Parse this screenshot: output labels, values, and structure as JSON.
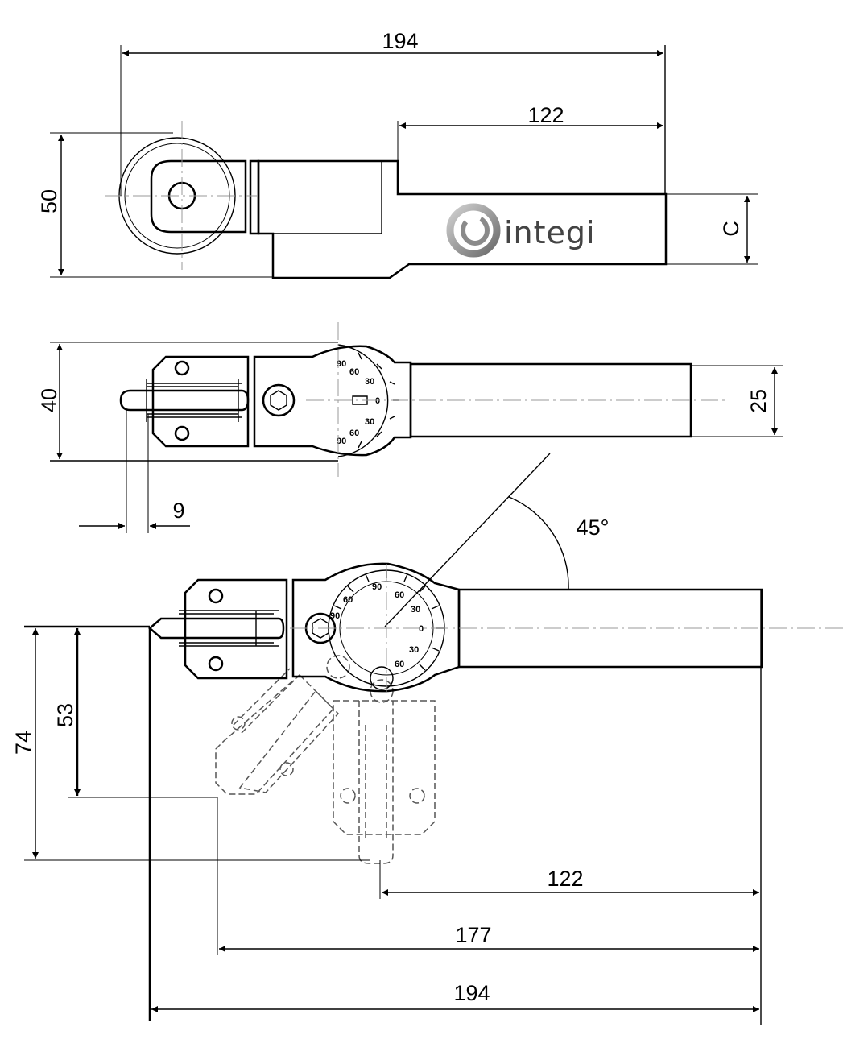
{
  "brand": {
    "logo_text": "integi",
    "text_color": "#444444",
    "swirl_colors": [
      "#bbbbbb",
      "#777777"
    ]
  },
  "dimensions": {
    "top_view_length": "194",
    "top_view_head_offset": "122",
    "top_view_height": "50",
    "top_view_shank": "C",
    "side_view_height": "40",
    "side_view_shank": "25",
    "side_view_insert": "9",
    "pivot_angle": "45°",
    "pivot_drop_max": "74",
    "pivot_drop_mid": "53",
    "bottom_offset_122": "122",
    "bottom_offset_177": "177",
    "bottom_length": "194"
  },
  "angle_scale": {
    "marks": [
      "90",
      "60",
      "30",
      "0",
      "30",
      "60",
      "90"
    ]
  },
  "colors": {
    "line": "#000000",
    "centerline": "#9a9a9a",
    "phantom": "#555555"
  }
}
